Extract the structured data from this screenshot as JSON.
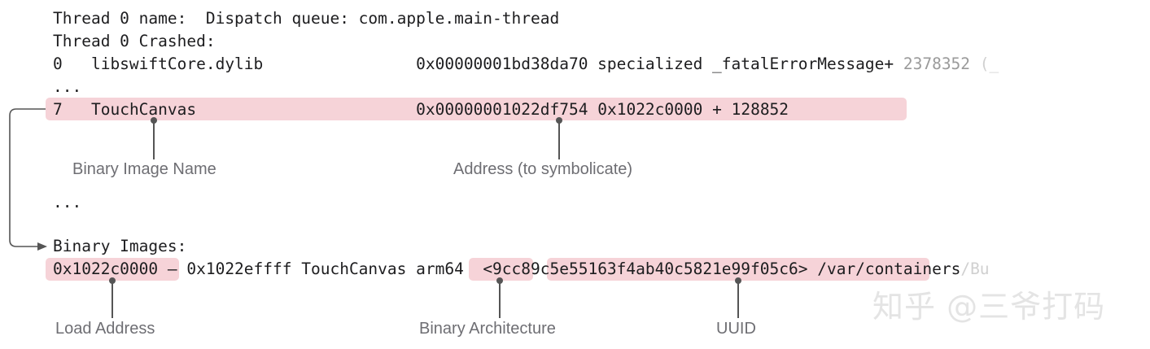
{
  "crash_log": {
    "line1": "Thread 0 name:  Dispatch queue: com.apple.main-thread",
    "line2": "Thread 0 Crashed:",
    "frame0": {
      "text": "0   libswiftCore.dylib                0x00000001bd38da70 specialized _fatalErrorMessage+ ",
      "tail": "2378352",
      "tail2": " (_"
    },
    "ellipsis1": "...",
    "frame7": {
      "index": "7",
      "binary": "TouchCanvas",
      "address": "0x00000001022df754",
      "offset": "0x1022c0000 + 128852"
    },
    "ellipsis2": "...",
    "binary_images_header": "Binary Images:",
    "image_line": {
      "load_address": "0x1022c0000",
      "range": " – 0x1022effff TouchCanvas ",
      "arch": "arm64",
      "uuid": "<9cc89c5e55163f4ab40c5821e99f05c6>",
      "path_start": " /var/containers",
      "path_fade": "/Bu"
    }
  },
  "annotations": {
    "binary_image_name": "Binary Image Name",
    "address": "Address (to symbolicate)",
    "load_address": "Load Address",
    "binary_architecture": "Binary Architecture",
    "uuid": "UUID"
  },
  "watermark": "知乎 @三爷打码",
  "colors": {
    "highlight": "#f6d3d8",
    "leader_line": "#555555",
    "label": "#6e6e73"
  }
}
